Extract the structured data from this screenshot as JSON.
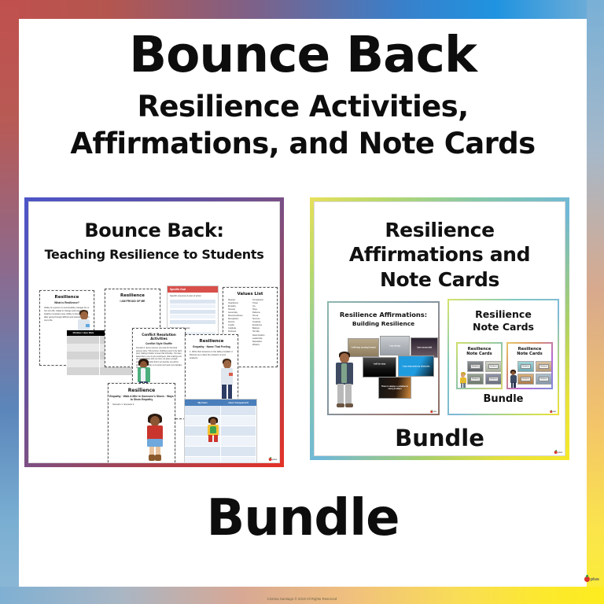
{
  "poster": {
    "title_main": "Bounce Back",
    "title_sub_line1": "Resilience Activities,",
    "title_sub_line2": "Affirmations, and Note Cards",
    "bundle_word": "Bundle",
    "copyright": "Cristina Santiago © 2019 All Rights Reserved",
    "logo_text": "plus",
    "frame_colors": {
      "top_start": "#c0504d",
      "top_end": "#1f93e0",
      "bottom_start": "#7fb0d3",
      "bottom_end": "#fdec1f"
    }
  },
  "left_card": {
    "title_line1": "Bounce Back:",
    "title_line2": "Teaching Resilience to Students",
    "border_gradient_start": "#4d55c8",
    "border_gradient_end": "#e53127",
    "sheets": [
      {
        "title": "Resilience",
        "subtitle": "What is Resilience?",
        "body": "Ability of a person to successfully manage his or her own life. Adapt to change and respond in a healthy consistent way. Ability to bounce back after going through difficult and stressful times in one's life."
      },
      {
        "title": "Resilience",
        "subtitle": "I AM PROUD OF ME",
        "body": ""
      },
      {
        "title": "Conflict Resolution Activities",
        "subtitle": "Conflict Style Shuffle",
        "body": "Scenario 1: Every summer you work for that local grocery store. This summer, building a pool in the back yard, making it harder to keep that schedule. You have asked them, one of your employees, that is taking a lot of responsibilities and you were not given enough anymore. You realize that if you feel like you will be given responsibility on to work much and more families operations."
      },
      {
        "title": "Resilience",
        "subtitle": "Empathy · Walk A Mile In Someone's Shoes · Ways to Show Empathy",
        "body": "Scenario 1:                    Scenario 2:"
      },
      {
        "title": "Resilience",
        "subtitle": "Empathy · Name That Feeling",
        "body": "1. Write their answers on the table provided. 2. Discuss as a class the answers of your students."
      },
      {
        "title": "Values List",
        "subtitle": "",
        "body": ""
      }
    ],
    "values_col1": [
      "Respect",
      "Cleanliness",
      "Empathy",
      "Honesty",
      "Generosity",
      "Resourcefulness",
      "Recognition",
      "Service",
      "Loyalty",
      "Gratitude",
      "Kindness"
    ],
    "values_col2": [
      "Compassion",
      "Travel",
      "Joy",
      "Hope",
      "Patience",
      "Humor",
      "Success",
      "Creativity",
      "Excellence",
      "Balance",
      "Humility",
      "Determination",
      "Leadership",
      "Reputation",
      "Wisdom"
    ],
    "goal_form": {
      "header": "Specific Goal",
      "label_top": "Specific resources & plan of action",
      "label_mid": "Relevance of the goal"
    },
    "mistakes_table": {
      "col1": "Mistakes I Have Made",
      "col2": "Action I Took"
    },
    "fears_table": {
      "col1": "My Fears",
      "col2": "How I Conquered It"
    }
  },
  "right_card": {
    "title_line1": "Resilience",
    "title_line2": "Affirmations and",
    "title_line3": "Note Cards",
    "bundle_word": "Bundle",
    "border_gradient_start": "#e8e05a",
    "border_gradient_end": "#f6e92a",
    "affirmations_thumb": {
      "title_line1": "Resilience Affirmations:",
      "title_line2": "Building Resilience",
      "images": [
        {
          "text": "I will keep moving forward"
        },
        {
          "text": "I am strong"
        },
        {
          "text": "I am resourceful"
        },
        {
          "text": "I will be okay"
        },
        {
          "text": "I can overcome my obstacles"
        },
        {
          "text": "There is always a solution to every problem"
        }
      ]
    },
    "notecards_thumb": {
      "title_line1": "Resilience",
      "title_line2": "Note Cards",
      "bundle_word": "Bundle",
      "sub_thumbs": [
        {
          "title_line1": "Resilience",
          "title_line2": "Note Cards"
        },
        {
          "title_line1": "Resilience",
          "title_line2": "Note Cards"
        }
      ]
    }
  }
}
